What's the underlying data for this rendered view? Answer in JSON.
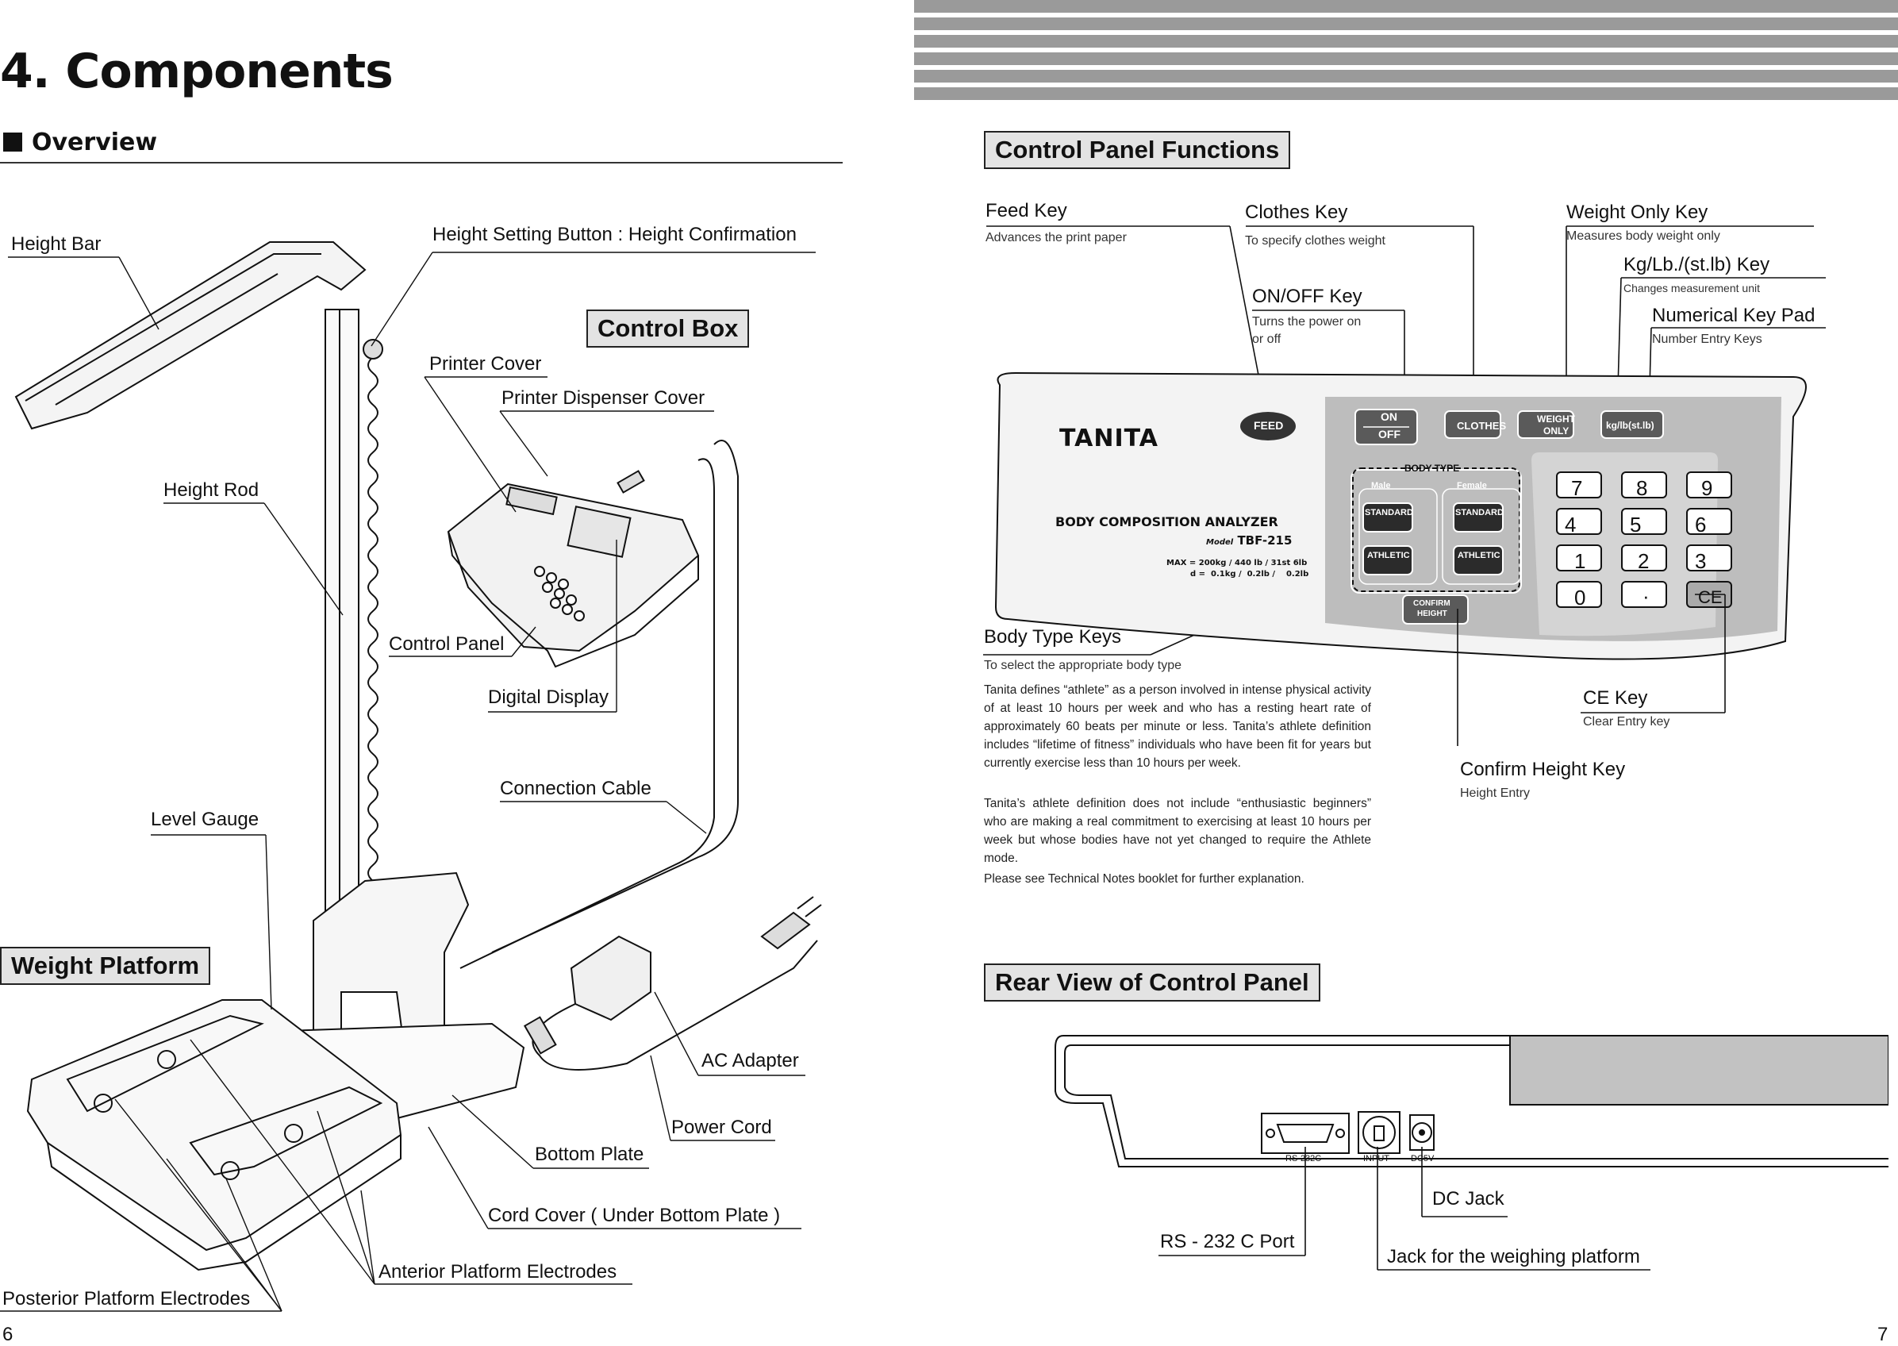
{
  "left_page": {
    "title": "4. Components",
    "section": "Overview",
    "box_labels": {
      "control_box": "Control Box",
      "weight_platform": "Weight Platform"
    },
    "labels": {
      "height_bar": "Height Bar",
      "height_setting": "Height Setting Button : Height Confirmation",
      "printer_cover": "Printer Cover",
      "printer_dispenser_cover": "Printer Dispenser Cover",
      "height_rod": "Height Rod",
      "control_panel": "Control Panel",
      "digital_display": "Digital Display",
      "connection_cable": "Connection Cable",
      "level_gauge": "Level Gauge",
      "ac_adapter": "AC Adapter",
      "power_cord": "Power Cord",
      "bottom_plate": "Bottom Plate",
      "cord_cover": "Cord Cover ( Under Bottom Plate )",
      "anterior_electrodes": "Anterior Platform Electrodes",
      "posterior_electrodes": "Posterior Platform Electrodes"
    },
    "page_number": "6"
  },
  "right_page": {
    "section_control": "Control Panel Functions",
    "section_rear": "Rear View of Control Panel",
    "keys": {
      "feed": {
        "title": "Feed Key",
        "desc": "Advances the print paper"
      },
      "clothes": {
        "title": "Clothes Key",
        "desc": "To specify clothes weight"
      },
      "weight_only": {
        "title": "Weight Only Key",
        "desc": "Measures body weight only"
      },
      "unit": {
        "title": "Kg/Lb./(st.lb) Key",
        "desc": "Changes measurement unit"
      },
      "onoff": {
        "title": "ON/OFF Key",
        "desc": "Turns the power on or off"
      },
      "numpad": {
        "title": "Numerical Key Pad",
        "desc": "Number Entry Keys"
      },
      "body_type": {
        "title": "Body Type Keys",
        "desc": "To select the appropriate body type"
      },
      "ce": {
        "title": "CE Key",
        "desc": "Clear Entry key"
      },
      "confirm": {
        "title": "Confirm Height Key",
        "desc": "Height Entry"
      }
    },
    "athlete_paragraphs": [
      "Tanita defines “athlete” as a person involved in intense physical activity of at least 10 hours per week and who has a resting heart rate of approximately 60 beats per minute or less. Tanita’s athlete definition includes “lifetime of fitness” individuals who have been fit for years but currently exercise less than 10 hours per week.",
      "Tanita’s athlete definition does not include “enthusiastic beginners” who are making a real commitment to exercising at least 10 hours per week but whose bodies have not yet changed to require the Athlete mode.",
      "Please see Technical Notes booklet for further explanation."
    ],
    "panel": {
      "brand": "TANITA",
      "product": "BODY COMPOSITION ANALYZER",
      "model_prefix": "Model",
      "model": "TBF-215",
      "spec1": "MAX = 200kg / 440 lb / 31st 6lb",
      "spec2": "d =  0.1kg /  0.2lb /    0.2lb",
      "feed": "FEED",
      "on": "ON",
      "off": "OFF",
      "clothes": "CLOTHES",
      "weight1": "WEIGHT",
      "weight2": "ONLY",
      "unit": "kg/lb(st.lb)",
      "body_type": "BODY TYPE",
      "male": "Male",
      "female": "Female",
      "standard": "STANDARD",
      "athletic": "ATHLETIC",
      "confirm1": "CONFIRM",
      "confirm2": "HEIGHT",
      "keys": [
        "7",
        "8",
        "9",
        "4",
        "5",
        "6",
        "1",
        "2",
        "3",
        "0",
        "·",
        "CE"
      ]
    },
    "rear": {
      "port_rs232": "RS-232C",
      "port_input": "INPUT",
      "port_dc": "DC5V",
      "dc_jack": "DC Jack",
      "rs232_port": "RS - 232 C Port",
      "platform_jack": "Jack for the weighing platform"
    },
    "page_number": "7"
  }
}
